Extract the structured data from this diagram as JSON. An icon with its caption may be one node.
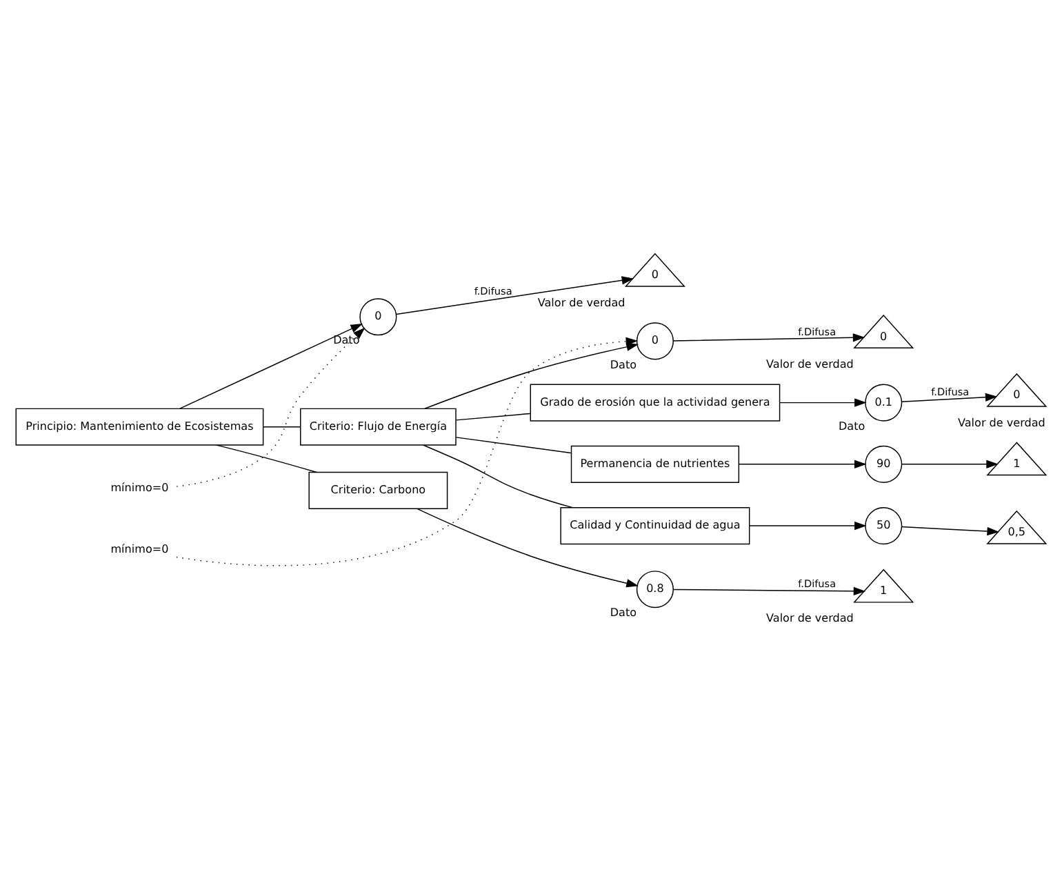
{
  "diagram": {
    "nodes": [
      {
        "text": [
          "Principio: Mantenimiento de Ecosistemas"
        ]
      },
      {
        "text": [
          "0"
        ],
        "beside": [
          "Dato"
        ]
      },
      {
        "text": [
          "0"
        ],
        "beside": [
          "Valor de verdad"
        ]
      },
      {
        "text": [
          "Criterio: Flujo de Energía"
        ]
      },
      {
        "text": [
          "0"
        ],
        "beside": [
          "Dato"
        ]
      },
      {
        "text": [
          "0"
        ],
        "beside": [
          "Valor de verdad"
        ]
      },
      {
        "text": [
          "Grado de erosión que la actividad genera"
        ]
      },
      {
        "text": [
          "0.1"
        ],
        "beside": [
          "Dato"
        ]
      },
      {
        "text": [
          "0"
        ],
        "beside": [
          "Valor de verdad"
        ]
      },
      {
        "text": [
          "Permanencia de nutrientes"
        ]
      },
      {
        "text": [
          "90"
        ]
      },
      {
        "text": [
          "1"
        ]
      },
      {
        "text": [
          "Calidad y Continuidad de agua"
        ]
      },
      {
        "text": [
          "50"
        ]
      },
      {
        "text": [
          "0,5"
        ]
      },
      {
        "text": [
          "Criterio: Carbono"
        ]
      },
      {
        "text": [
          "0.8"
        ],
        "beside": [
          "Dato"
        ]
      },
      {
        "text": [
          "1"
        ],
        "beside": [
          "Valor de verdad"
        ]
      },
      {
        "text": [
          "mínimo=0"
        ]
      },
      {
        "text": [
          "mínimo=0"
        ]
      }
    ],
    "edges": [
      {
        "from": 0,
        "to": 1,
        "arrow": "to"
      },
      {
        "from": 1,
        "to": 2,
        "arrow": "to",
        "label": "f.Difusa"
      },
      {
        "from": 0,
        "to": 3,
        "arrow": "none"
      },
      {
        "from": 3,
        "to": 4,
        "arrow": "to"
      },
      {
        "from": 4,
        "to": 5,
        "arrow": "to",
        "label": "f.Difusa"
      },
      {
        "from": 3,
        "to": 6,
        "arrow": "none"
      },
      {
        "from": 6,
        "to": 7,
        "arrow": "to"
      },
      {
        "from": 7,
        "to": 8,
        "arrow": "to",
        "label": "f.Difusa"
      },
      {
        "from": 3,
        "to": 9,
        "arrow": "none"
      },
      {
        "from": 9,
        "to": 10,
        "arrow": "to"
      },
      {
        "from": 10,
        "to": 11,
        "arrow": "to"
      },
      {
        "from": 3,
        "to": 12,
        "arrow": "none"
      },
      {
        "from": 12,
        "to": 13,
        "arrow": "to"
      },
      {
        "from": 13,
        "to": 14,
        "arrow": "to"
      },
      {
        "from": 0,
        "to": 15,
        "arrow": "none"
      },
      {
        "from": 15,
        "to": 16,
        "arrow": "to"
      },
      {
        "from": 16,
        "to": 17,
        "arrow": "to",
        "label": "f.Difusa"
      },
      {
        "from": 18,
        "to": 4,
        "arrow": "to",
        "style": "dashed"
      },
      {
        "from": 19,
        "to": 1,
        "arrow": "to",
        "style": "dashed"
      }
    ]
  }
}
